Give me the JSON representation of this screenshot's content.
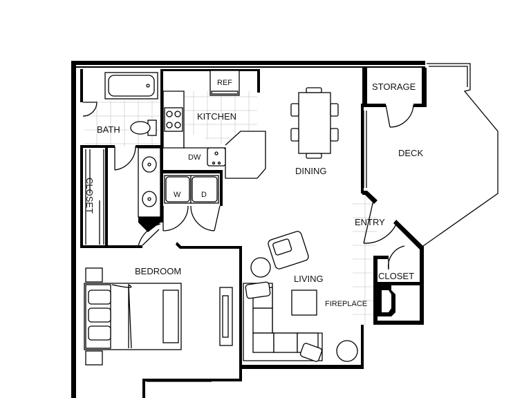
{
  "rooms": {
    "storage": "STORAGE",
    "kitchen": "KITCHEN",
    "bath": "BATH",
    "deck": "DECK",
    "dining": "DINING",
    "closet_left": "CLOSET",
    "entry": "ENTRY",
    "bedroom": "BEDROOM",
    "living": "LIVING",
    "closet_right": "CLOSET",
    "fireplace": "FIREPLACE"
  },
  "appliances": {
    "ref": "REF",
    "dw": "DW",
    "washer": "W",
    "dryer": "D"
  }
}
